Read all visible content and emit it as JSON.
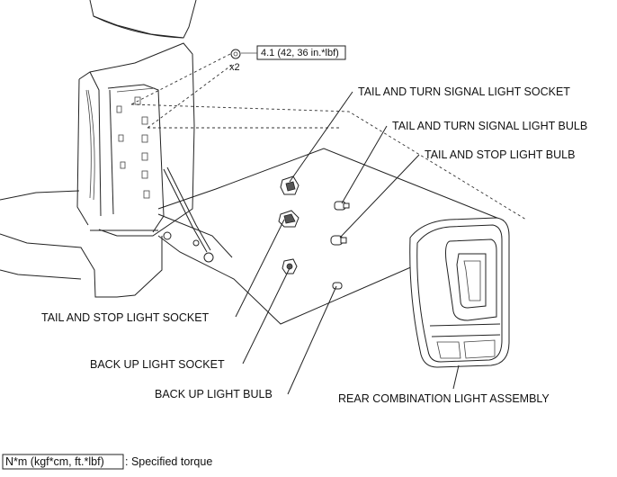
{
  "torque": {
    "value": "4.1 (42, 36 in.*lbf)",
    "quantity": "x2"
  },
  "labels": {
    "tail_turn_socket": "TAIL AND TURN SIGNAL LIGHT SOCKET",
    "tail_turn_bulb": "TAIL AND TURN SIGNAL LIGHT BULB",
    "tail_stop_bulb": "TAIL AND STOP LIGHT BULB",
    "tail_stop_socket": "TAIL AND STOP LIGHT SOCKET",
    "backup_socket": "BACK UP LIGHT SOCKET",
    "backup_bulb": "BACK UP LIGHT BULB",
    "assembly": "REAR COMBINATION LIGHT ASSEMBLY"
  },
  "legend": {
    "unit_box": "N*m (kgf*cm, ft.*lbf)",
    "unit_desc": ": Specified torque"
  }
}
